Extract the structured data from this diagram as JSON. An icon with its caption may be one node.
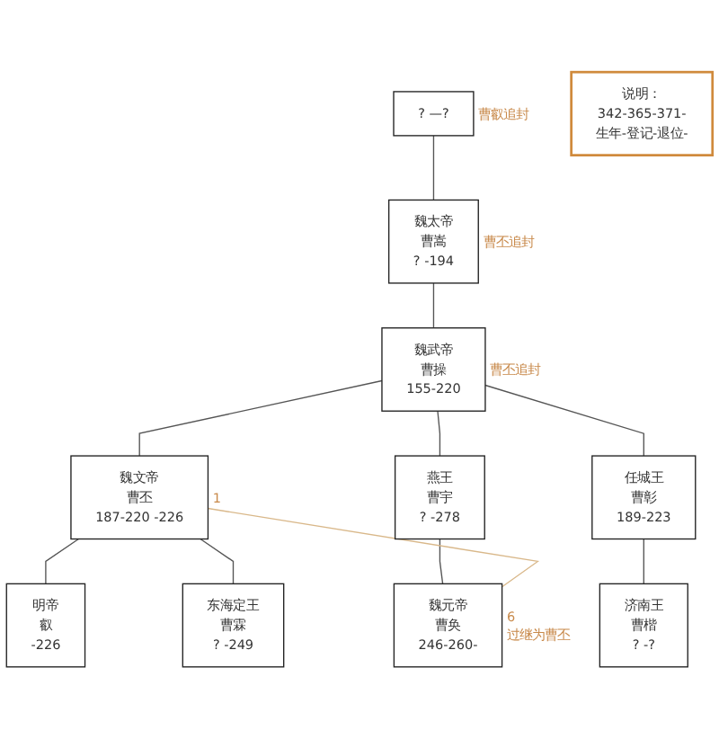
{
  "diagram": {
    "nodes": [
      {
        "text": [
          "? —?"
        ],
        "beside": [
          "曹叡追封"
        ]
      },
      {
        "text": [
          "魏太帝",
          "曹嵩",
          "? -194"
        ],
        "beside": [
          "曹丕追封"
        ]
      },
      {
        "text": [
          "说明：",
          "342-365-371-",
          "生年-登记-退位-"
        ]
      },
      {
        "text": [
          "魏武帝",
          "曹操",
          "155-220"
        ],
        "beside": [
          "曹丕追封"
        ]
      },
      {
        "text": [
          "魏文帝",
          "曹丕",
          "187-220 -226"
        ],
        "beside": [
          "1"
        ]
      },
      {
        "text": [
          "任城王",
          "曹彰",
          "189-223"
        ]
      },
      {
        "text": [
          "燕王",
          "曹宇",
          "? -278"
        ]
      },
      {
        "text": [
          "明帝",
          "叡",
          "-226"
        ]
      },
      {
        "text": [
          "东海定王",
          "曹霖",
          "? -249"
        ]
      },
      {
        "text": [
          "济南王",
          "曹楷",
          "? -?"
        ]
      },
      {
        "text": [
          "魏元帝",
          "曹奂",
          "246-260-"
        ],
        "beside": [
          "6",
          "过继为曹丕"
        ]
      }
    ],
    "edges": [
      {
        "from": 0,
        "to": 1,
        "arrow": "none"
      },
      {
        "from": 1,
        "to": 3,
        "arrow": "none"
      },
      {
        "from": 3,
        "to": 4,
        "arrow": "none"
      },
      {
        "from": 3,
        "to": 5,
        "arrow": "none"
      },
      {
        "from": 3,
        "to": 6,
        "arrow": "none"
      },
      {
        "from": 4,
        "to": 7,
        "arrow": "none"
      },
      {
        "from": 4,
        "to": 8,
        "arrow": "none"
      },
      {
        "from": 5,
        "to": 9,
        "arrow": "none"
      },
      {
        "from": 6,
        "to": 10,
        "arrow": "none"
      },
      {
        "from": 4,
        "to": 10,
        "arrow": "none",
        "color": "#d9b88a"
      }
    ]
  }
}
